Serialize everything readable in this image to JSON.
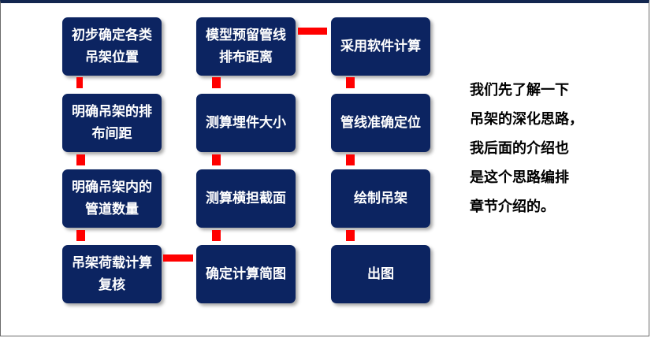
{
  "flow": {
    "col1": {
      "b1": "初步确定各类吊架位置",
      "b2": "明确吊架的排布间距",
      "b3": "明确吊架内的管道数量",
      "b4": "吊架荷载计算复核"
    },
    "col2": {
      "b1": "模型预留管线排布距离",
      "b2": "测算埋件大小",
      "b3": "测算横担截面",
      "b4": "确定计算简图"
    },
    "col3": {
      "b1": "采用软件计算",
      "b2": "管线准确定位",
      "b3": "绘制吊架",
      "b4": "出图"
    },
    "connector_color": "#ff0000",
    "box_color": "#0c2461"
  },
  "note": "我们先了解一下\n吊架的深化思路，\n我后面的介绍也\n是这个思路编排\n章节介绍的。"
}
